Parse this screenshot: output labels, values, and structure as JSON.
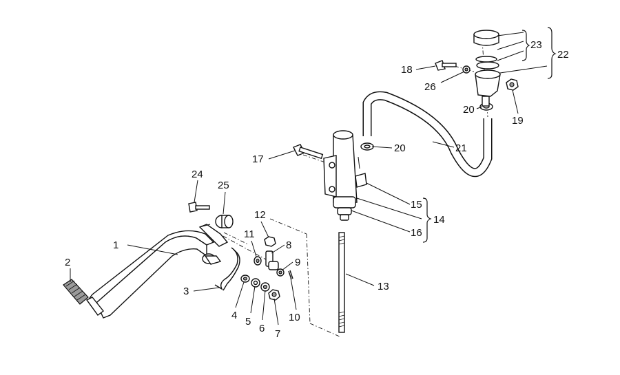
{
  "callouts": [
    {
      "id": "1",
      "label": "1"
    },
    {
      "id": "2",
      "label": "2"
    },
    {
      "id": "3",
      "label": "3"
    },
    {
      "id": "4",
      "label": "4"
    },
    {
      "id": "5",
      "label": "5"
    },
    {
      "id": "6",
      "label": "6"
    },
    {
      "id": "7",
      "label": "7"
    },
    {
      "id": "8",
      "label": "8"
    },
    {
      "id": "9",
      "label": "9"
    },
    {
      "id": "10",
      "label": "10"
    },
    {
      "id": "11",
      "label": "11"
    },
    {
      "id": "12",
      "label": "12"
    },
    {
      "id": "13",
      "label": "13"
    },
    {
      "id": "14",
      "label": "14"
    },
    {
      "id": "15",
      "label": "15"
    },
    {
      "id": "16",
      "label": "16"
    },
    {
      "id": "17",
      "label": "17"
    },
    {
      "id": "18",
      "label": "18"
    },
    {
      "id": "19",
      "label": "19"
    },
    {
      "id": "20a",
      "label": "20"
    },
    {
      "id": "20b",
      "label": "20"
    },
    {
      "id": "21",
      "label": "21"
    },
    {
      "id": "22",
      "label": "22"
    },
    {
      "id": "23",
      "label": "23"
    },
    {
      "id": "24",
      "label": "24"
    },
    {
      "id": "25",
      "label": "25"
    },
    {
      "id": "26",
      "label": "26"
    }
  ]
}
